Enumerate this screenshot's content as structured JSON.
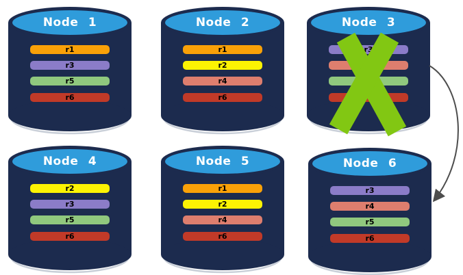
{
  "colors": {
    "background": "#ffffff",
    "cylinder_body": "#1c2b4e",
    "cylinder_top": "#2f9cdb",
    "cylinder_shadow": "#c9cfd8",
    "node_title_text": "#ffffff",
    "bar_label_text": "#000000",
    "failure_x": "#82c713",
    "arrow": "#4d4d4d"
  },
  "nodes": [
    {
      "title": "Node 1",
      "replicas": [
        {
          "label": "r1",
          "color": "#f9a108"
        },
        {
          "label": "r3",
          "color": "#8b7cc8"
        },
        {
          "label": "r5",
          "color": "#90c87e"
        },
        {
          "label": "r6",
          "color": "#c13a28"
        }
      ]
    },
    {
      "title": "Node 2",
      "replicas": [
        {
          "label": "r1",
          "color": "#f9a108"
        },
        {
          "label": "r2",
          "color": "#fcf303"
        },
        {
          "label": "r4",
          "color": "#de7e6e"
        },
        {
          "label": "r6",
          "color": "#c13a28"
        }
      ]
    },
    {
      "title": "Node 3",
      "replicas": [
        {
          "label": "r3",
          "color": "#8b7cc8"
        },
        {
          "label": "r4",
          "color": "#de7e6e"
        },
        {
          "label": "r5",
          "color": "#90c87e"
        },
        {
          "label": "r6",
          "color": "#c13a28"
        }
      ]
    },
    {
      "title": "Node 4",
      "replicas": [
        {
          "label": "r2",
          "color": "#fcf303"
        },
        {
          "label": "r3",
          "color": "#8b7cc8"
        },
        {
          "label": "r5",
          "color": "#90c87e"
        },
        {
          "label": "r6",
          "color": "#c13a28"
        }
      ]
    },
    {
      "title": "Node 5",
      "replicas": [
        {
          "label": "r1",
          "color": "#f9a108"
        },
        {
          "label": "r2",
          "color": "#fcf303"
        },
        {
          "label": "r4",
          "color": "#de7e6e"
        },
        {
          "label": "r6",
          "color": "#c13a28"
        }
      ]
    },
    {
      "title": "Node 6",
      "replicas": [
        {
          "label": "r3",
          "color": "#8b7cc8"
        },
        {
          "label": "r4",
          "color": "#de7e6e"
        },
        {
          "label": "r5",
          "color": "#90c87e"
        },
        {
          "label": "r6",
          "color": "#c13a28"
        }
      ]
    }
  ],
  "annotations": {
    "failure_mark": {
      "node": "Node 3",
      "shape": "X"
    },
    "arrow": {
      "from": "Node 3",
      "to": "Node 6"
    }
  }
}
